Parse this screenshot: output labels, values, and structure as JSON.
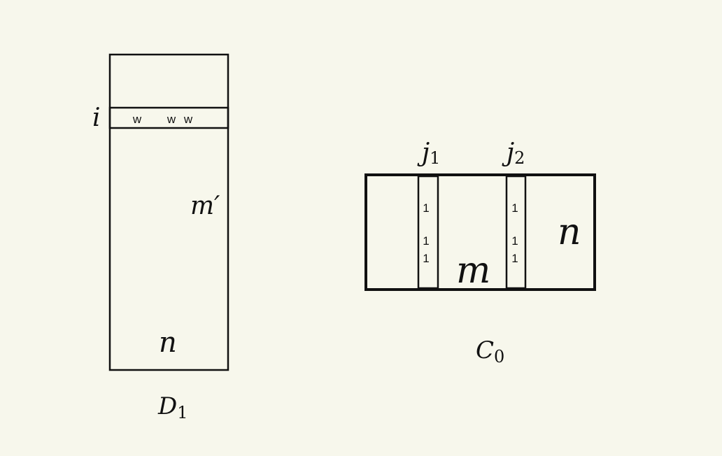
{
  "left_matrix": {
    "label_name": "D",
    "label_sub": "1",
    "row_label": "i",
    "height_label": "m′",
    "width_label": "n",
    "row_entries": [
      "w",
      "w",
      "w"
    ]
  },
  "right_matrix": {
    "label_name": "C",
    "label_sub": "0",
    "col1_label_name": "j",
    "col1_label_sub": "1",
    "col2_label_name": "j",
    "col2_label_sub": "2",
    "height_label": "m",
    "width_label": "n",
    "col1_entries": [
      "1",
      "1",
      "1"
    ],
    "col2_entries": [
      "1",
      "1",
      "1"
    ]
  }
}
